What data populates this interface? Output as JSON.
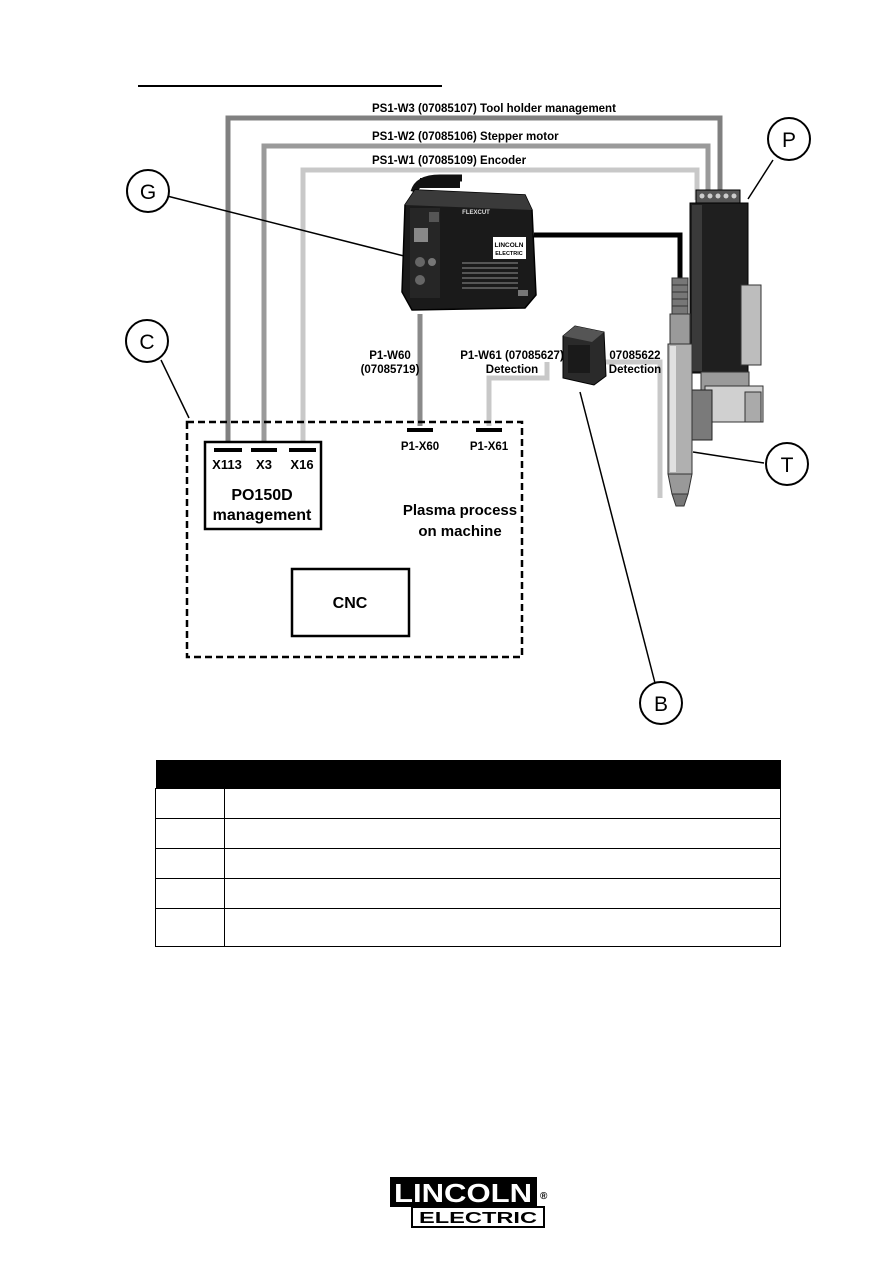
{
  "cables": {
    "w3": "PS1-W3 (07085107) Tool holder management",
    "w2": "PS1-W2 (07085106) Stepper motor",
    "w1": "PS1-W1 (07085109) Encoder",
    "w60_line1": "P1-W60",
    "w60_line2": "(07085719)",
    "w61_line1": "P1-W61 (07085627)",
    "w61_line2": "Detection",
    "det_line1": "07085622",
    "det_line2": "Detection"
  },
  "connectors": {
    "x113": "X113",
    "x3": "X3",
    "x16": "X16",
    "x60": "P1-X60",
    "x61": "P1-X61"
  },
  "boxes": {
    "po150d_line1": "PO150D",
    "po150d_line2": "management",
    "cnc": "CNC",
    "plasma_line1": "Plasma process",
    "plasma_line2": "on machine"
  },
  "callouts": {
    "g": "G",
    "c": "C",
    "p": "P",
    "t": "T",
    "b": "B"
  },
  "generator_labels": {
    "brand_line1": "LINCOLN",
    "brand_line2": "ELECTRIC",
    "model": "FLEXCUT"
  },
  "logo": {
    "line1": "LINCOLN",
    "line2": "ELECTRIC",
    "registered": "®"
  }
}
